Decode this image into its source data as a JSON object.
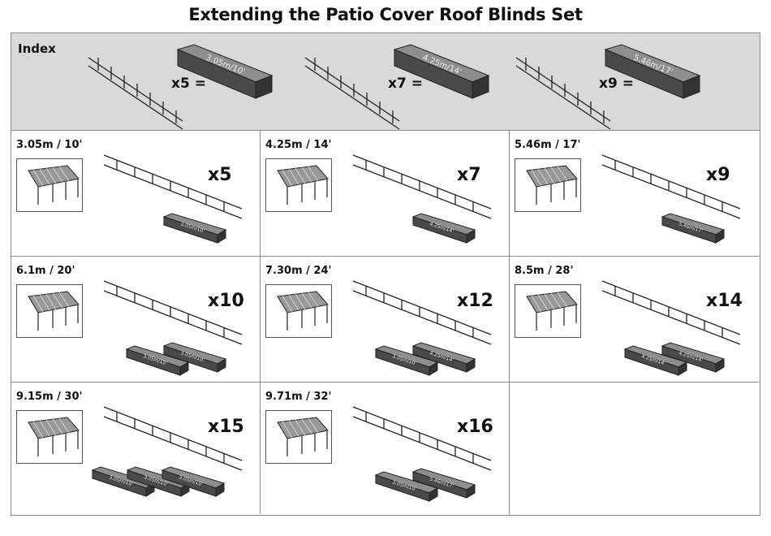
{
  "title": "Extending the Patio Cover Roof Blinds Set",
  "index": {
    "label": "Index",
    "groups": [
      {
        "multiplier": "x5 =",
        "box_label": "3.05m/10'"
      },
      {
        "multiplier": "x7 =",
        "box_label": "4.25m/14'"
      },
      {
        "multiplier": "x9 =",
        "box_label": "5.46m/17'"
      }
    ]
  },
  "cells": [
    {
      "size": "3.05m / 10'",
      "multiplier": "x5",
      "boxes": [
        "3.05m/10'"
      ]
    },
    {
      "size": "4.25m / 14'",
      "multiplier": "x7",
      "boxes": [
        "4.25m/14'"
      ]
    },
    {
      "size": "5.46m / 17'",
      "multiplier": "x9",
      "boxes": [
        "5.46m/17'"
      ]
    },
    {
      "size": "6.1m / 20'",
      "multiplier": "x10",
      "boxes": [
        "3.05m/10'",
        "3.05m/10'"
      ]
    },
    {
      "size": "7.30m / 24'",
      "multiplier": "x12",
      "boxes": [
        "3.05m/10'",
        "4.25m/14'"
      ]
    },
    {
      "size": "8.5m / 28'",
      "multiplier": "x14",
      "boxes": [
        "4.25m/14'",
        "4.25m/14'"
      ]
    },
    {
      "size": "9.15m / 30'",
      "multiplier": "x15",
      "boxes": [
        "3.05m/10'",
        "3.05m/10'",
        "3.05m/10'"
      ]
    },
    {
      "size": "9.71m / 32'",
      "multiplier": "x16",
      "boxes": [
        "3.05m/10'",
        "5.46m/17'"
      ]
    }
  ]
}
